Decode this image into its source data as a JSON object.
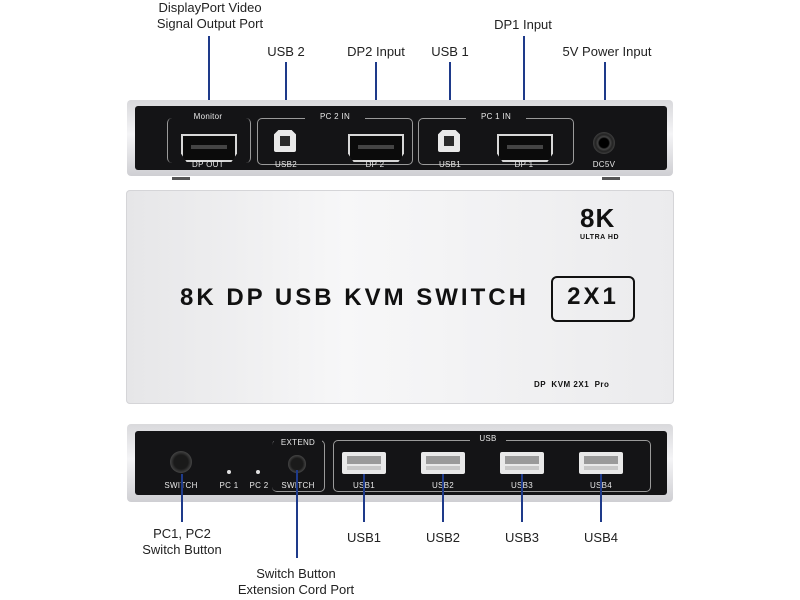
{
  "callouts": {
    "dp_video_out": [
      "DisplayPort Video",
      "Signal Output Port"
    ],
    "usb2": "USB 2",
    "dp2_input": "DP2 Input",
    "usb1": "USB 1",
    "dp1_input": "DP1 Input",
    "power_input": "5V Power Input",
    "switch_button": [
      "PC1, PC2",
      "Switch Button"
    ],
    "extension_port": [
      "Switch Button",
      "Extension Cord Port"
    ],
    "usb_a": [
      "USB1",
      "USB2",
      "USB3",
      "USB4"
    ]
  },
  "rear_panel": {
    "monitor": "Monitor",
    "dp_out": "DP OUT",
    "pc2_in": "PC 2 IN",
    "usb2": "USB2",
    "dp2": "DP 2",
    "pc1_in": "PC 1 IN",
    "usb1": "USB1",
    "dp1": "DP 1",
    "dc5v": "DC5V"
  },
  "top_face": {
    "badge_main": "8K",
    "badge_sub": "ULTRA HD",
    "title": "8K DP USB KVM SWITCH",
    "title_box": "2X1",
    "model": "DP  KVM 2X1  Pro"
  },
  "front_panel": {
    "switch": "SWITCH",
    "pc1": "PC 1",
    "pc2": "PC 2",
    "extend": "EXTEND",
    "ext_switch": "SWITCH",
    "usb_group": "USB",
    "ports": [
      "USB1",
      "USB2",
      "USB3",
      "USB4"
    ]
  },
  "colors": {
    "callout_line": "#1e3a8a",
    "panel_black": "#141416",
    "casing": "#ececee"
  }
}
